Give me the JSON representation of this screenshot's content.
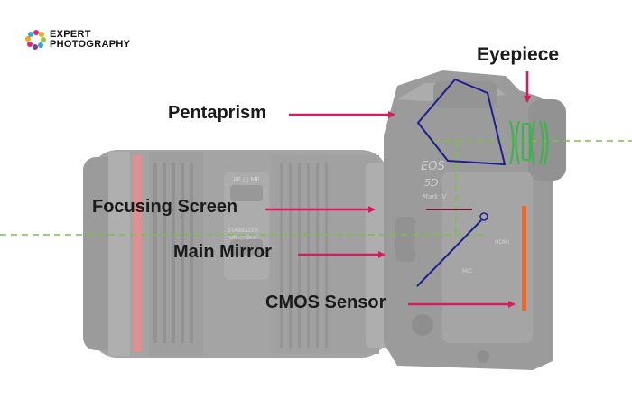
{
  "logo": {
    "line1": "EXPERT",
    "line2": "PHOTOGRAPHY",
    "colors": [
      "#e8246a",
      "#f7a21b",
      "#8dc63f",
      "#2aa8e0",
      "#7b3f98"
    ]
  },
  "labels": {
    "eyepiece": "Eyepiece",
    "pentaprism": "Pentaprism",
    "focusing_screen": "Focusing Screen",
    "main_mirror": "Main Mirror",
    "cmos_sensor": "CMOS Sensor"
  },
  "camera_text": {
    "eos": "EOS",
    "model": "5D",
    "mark": "Mark IV",
    "lens_af": "AF ○ MF",
    "stabilizer": "STABILIZER",
    "stabilizer_state": "ON ○ OFF",
    "hdmi": "HDMI",
    "mic": "MIC"
  },
  "colors": {
    "arrow": "#d81b60",
    "optics": "#1f1f8f",
    "eyepiece_lens": "#3bb54a",
    "sensor": "#f26522",
    "light_path": "#7ac143"
  }
}
